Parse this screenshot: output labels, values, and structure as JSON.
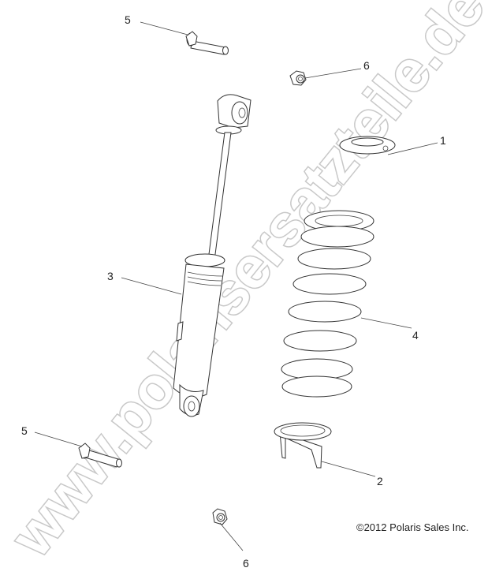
{
  "diagram": {
    "callouts": [
      {
        "id": "1",
        "label": "1",
        "part": "spring-seat-upper"
      },
      {
        "id": "2",
        "label": "2",
        "part": "spring-seat-lower"
      },
      {
        "id": "3",
        "label": "3",
        "part": "shock-absorber"
      },
      {
        "id": "4",
        "label": "4",
        "part": "coil-spring"
      },
      {
        "id": "5a",
        "label": "5",
        "part": "bolt-upper"
      },
      {
        "id": "5b",
        "label": "5",
        "part": "bolt-lower"
      },
      {
        "id": "6a",
        "label": "6",
        "part": "nut-upper"
      },
      {
        "id": "6b",
        "label": "6",
        "part": "nut-lower"
      }
    ],
    "copyright": "©2012 Polaris Sales Inc.",
    "watermark": "www.polarisersatzteile.de"
  }
}
